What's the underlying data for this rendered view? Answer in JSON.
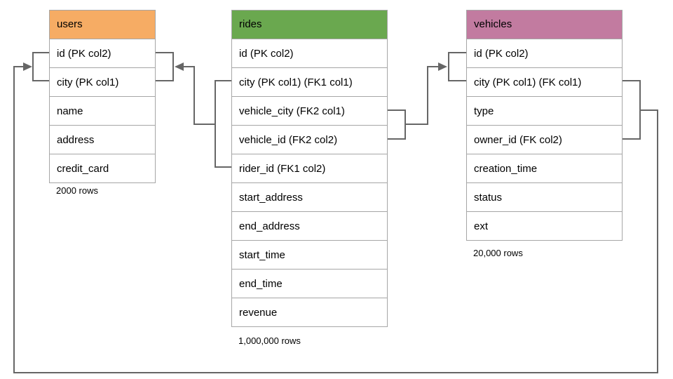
{
  "diagram": {
    "line_color": "#666666",
    "border_color": "#a6a6a6",
    "tables": [
      {
        "name": "users",
        "header_color": "#F6AC64",
        "columns": [
          "id (PK col2)",
          "city (PK col1)",
          "name",
          "address",
          "credit_card"
        ],
        "row_count": "2000 rows"
      },
      {
        "name": "rides",
        "header_color": "#6AA84F",
        "columns": [
          "id (PK col2)",
          "city (PK col1) (FK1 col1)",
          "vehicle_city (FK2 col1)",
          "vehicle_id (FK2 col2)",
          "rider_id (FK1 col2)",
          "start_address",
          "end_address",
          "start_time",
          "end_time",
          "revenue"
        ],
        "row_count": "1,000,000 rows"
      },
      {
        "name": "vehicles",
        "header_color": "#C27BA0",
        "columns": [
          "id (PK col2)",
          "city (PK col1) (FK col1)",
          "type",
          "owner_id (FK col2)",
          "creation_time",
          "status",
          "ext"
        ],
        "row_count": "20,000 rows"
      }
    ],
    "relationships": [
      {
        "name": "rides-to-users",
        "from_table": "rides",
        "from_columns": [
          "city (PK col1) (FK1 col1)",
          "rider_id (FK1 col2)"
        ],
        "to_table": "users",
        "to_columns": [
          "id (PK col2)",
          "city (PK col1)"
        ]
      },
      {
        "name": "rides-to-vehicles",
        "from_table": "rides",
        "from_columns": [
          "vehicle_city (FK2 col1)",
          "vehicle_id (FK2 col2)"
        ],
        "to_table": "vehicles",
        "to_columns": [
          "id (PK col2)",
          "city (PK col1) (FK col1)"
        ]
      },
      {
        "name": "vehicles-to-users",
        "from_table": "vehicles",
        "from_columns": [
          "city (PK col1) (FK col1)",
          "owner_id (FK col2)"
        ],
        "to_table": "users",
        "to_columns": [
          "id (PK col2)",
          "city (PK col1)"
        ]
      }
    ]
  }
}
